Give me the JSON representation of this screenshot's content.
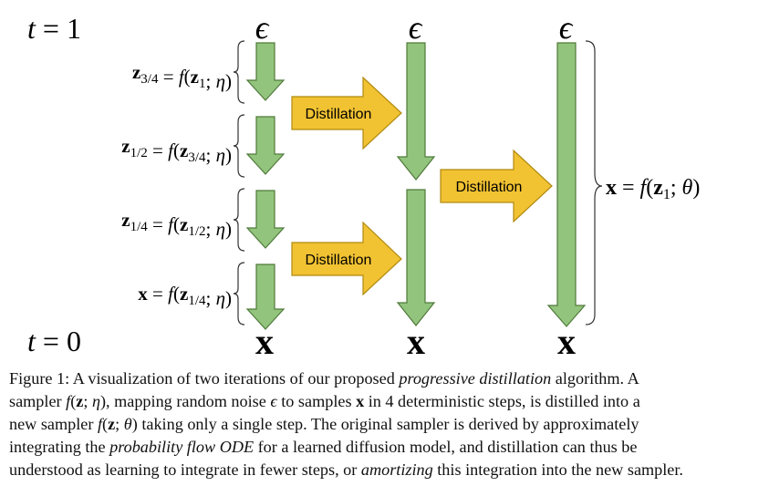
{
  "figure": {
    "time_labels": {
      "top": "t = 1",
      "bottom": "t = 0"
    },
    "noise_symbol": "ϵ",
    "sample_symbol": "x",
    "left_column_labels": [
      "z3/4 = f(z1; η)",
      "z1/2 = f(z3/4; η)",
      "z1/4 = f(z1/2; η)",
      "x = f(z1/4; η)"
    ],
    "distillation_label": "Distillation",
    "right_label": "x = f(z1; θ)",
    "colors": {
      "arrow_fill": "#93c47d",
      "arrow_stroke": "#4f7a3a",
      "distill_fill": "#f1c232",
      "distill_stroke": "#b08a10"
    }
  },
  "caption": {
    "lines": [
      [
        "Figure 1: A visualization of two iterations of our proposed ",
        {
          "i": "progressive distillation"
        },
        " algorithm. A"
      ],
      [
        "sampler ",
        {
          "i": "f"
        },
        "(",
        {
          "b": "z"
        },
        "; ",
        {
          "i": "η"
        },
        "), mapping random noise ",
        {
          "i": "ϵ"
        },
        " to samples ",
        {
          "b": "x"
        },
        " in 4 deterministic steps, is distilled into a"
      ],
      [
        "new sampler ",
        {
          "i": "f"
        },
        "(",
        {
          "b": "z"
        },
        "; ",
        {
          "i": "θ"
        },
        ") taking only a single step.  The original sampler is derived by approximately"
      ],
      [
        "integrating the ",
        {
          "i": "probability flow ODE"
        },
        " for a learned diffusion model, and distillation can thus be"
      ],
      [
        "understood as learning to integrate in fewer steps, or ",
        {
          "i": "amortizing"
        },
        " this integration into the new sampler."
      ]
    ]
  }
}
